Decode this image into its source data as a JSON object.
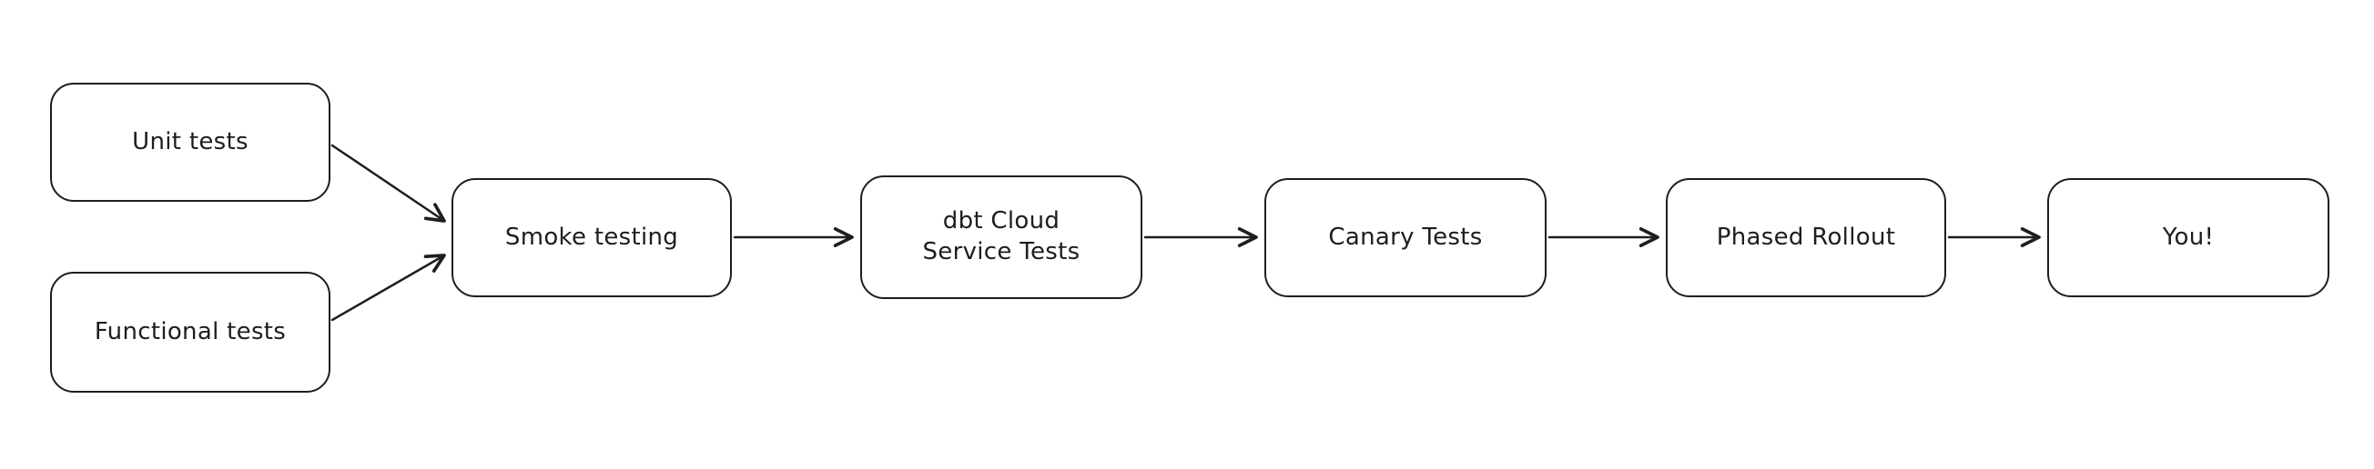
{
  "diagram": {
    "title": "Testing and rollout pipeline flowchart",
    "colors": {
      "stroke": "#1e1e1e",
      "node_fill": "#ffffff",
      "background": "#ffffff"
    },
    "nodes": [
      {
        "id": "unit-tests",
        "label": "Unit tests"
      },
      {
        "id": "functional-tests",
        "label": "Functional tests"
      },
      {
        "id": "smoke-testing",
        "label": "Smoke testing"
      },
      {
        "id": "dbt-cloud-service-tests",
        "label": "dbt Cloud\nService Tests"
      },
      {
        "id": "canary-tests",
        "label": "Canary Tests"
      },
      {
        "id": "phased-rollout",
        "label": "Phased Rollout"
      },
      {
        "id": "you",
        "label": "You!"
      }
    ],
    "edges": [
      {
        "from": "unit-tests",
        "to": "smoke-testing"
      },
      {
        "from": "functional-tests",
        "to": "smoke-testing"
      },
      {
        "from": "smoke-testing",
        "to": "dbt-cloud-service-tests"
      },
      {
        "from": "dbt-cloud-service-tests",
        "to": "canary-tests"
      },
      {
        "from": "canary-tests",
        "to": "phased-rollout"
      },
      {
        "from": "phased-rollout",
        "to": "you"
      }
    ]
  }
}
